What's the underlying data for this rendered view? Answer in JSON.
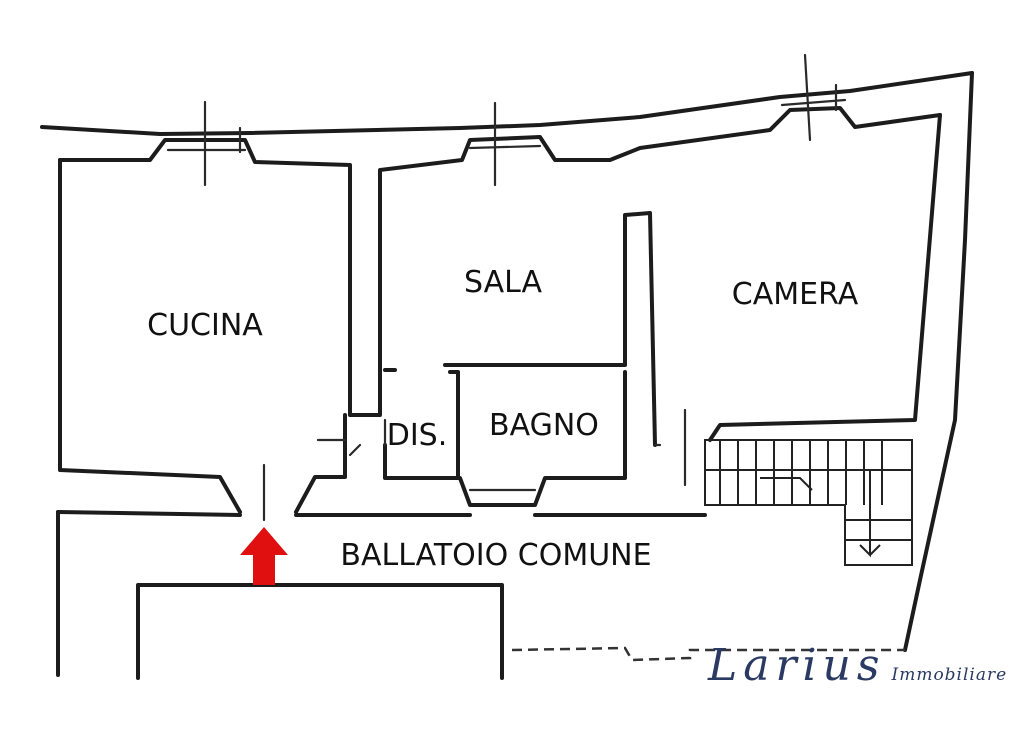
{
  "rooms": {
    "cucina": "CUCINA",
    "sala": "SALA",
    "camera": "CAMERA",
    "dis": "DIS.",
    "bagno": "BAGNO",
    "ballatoio": "BALLATOIO COMUNE"
  },
  "branding": {
    "name": "Larius",
    "tagline": "Immobiliare"
  },
  "entrance_arrow": {
    "color": "#e01010",
    "icon": "up-arrow-icon"
  },
  "colors": {
    "walls": "#1c1c1c",
    "brand": "#2b3a63"
  }
}
